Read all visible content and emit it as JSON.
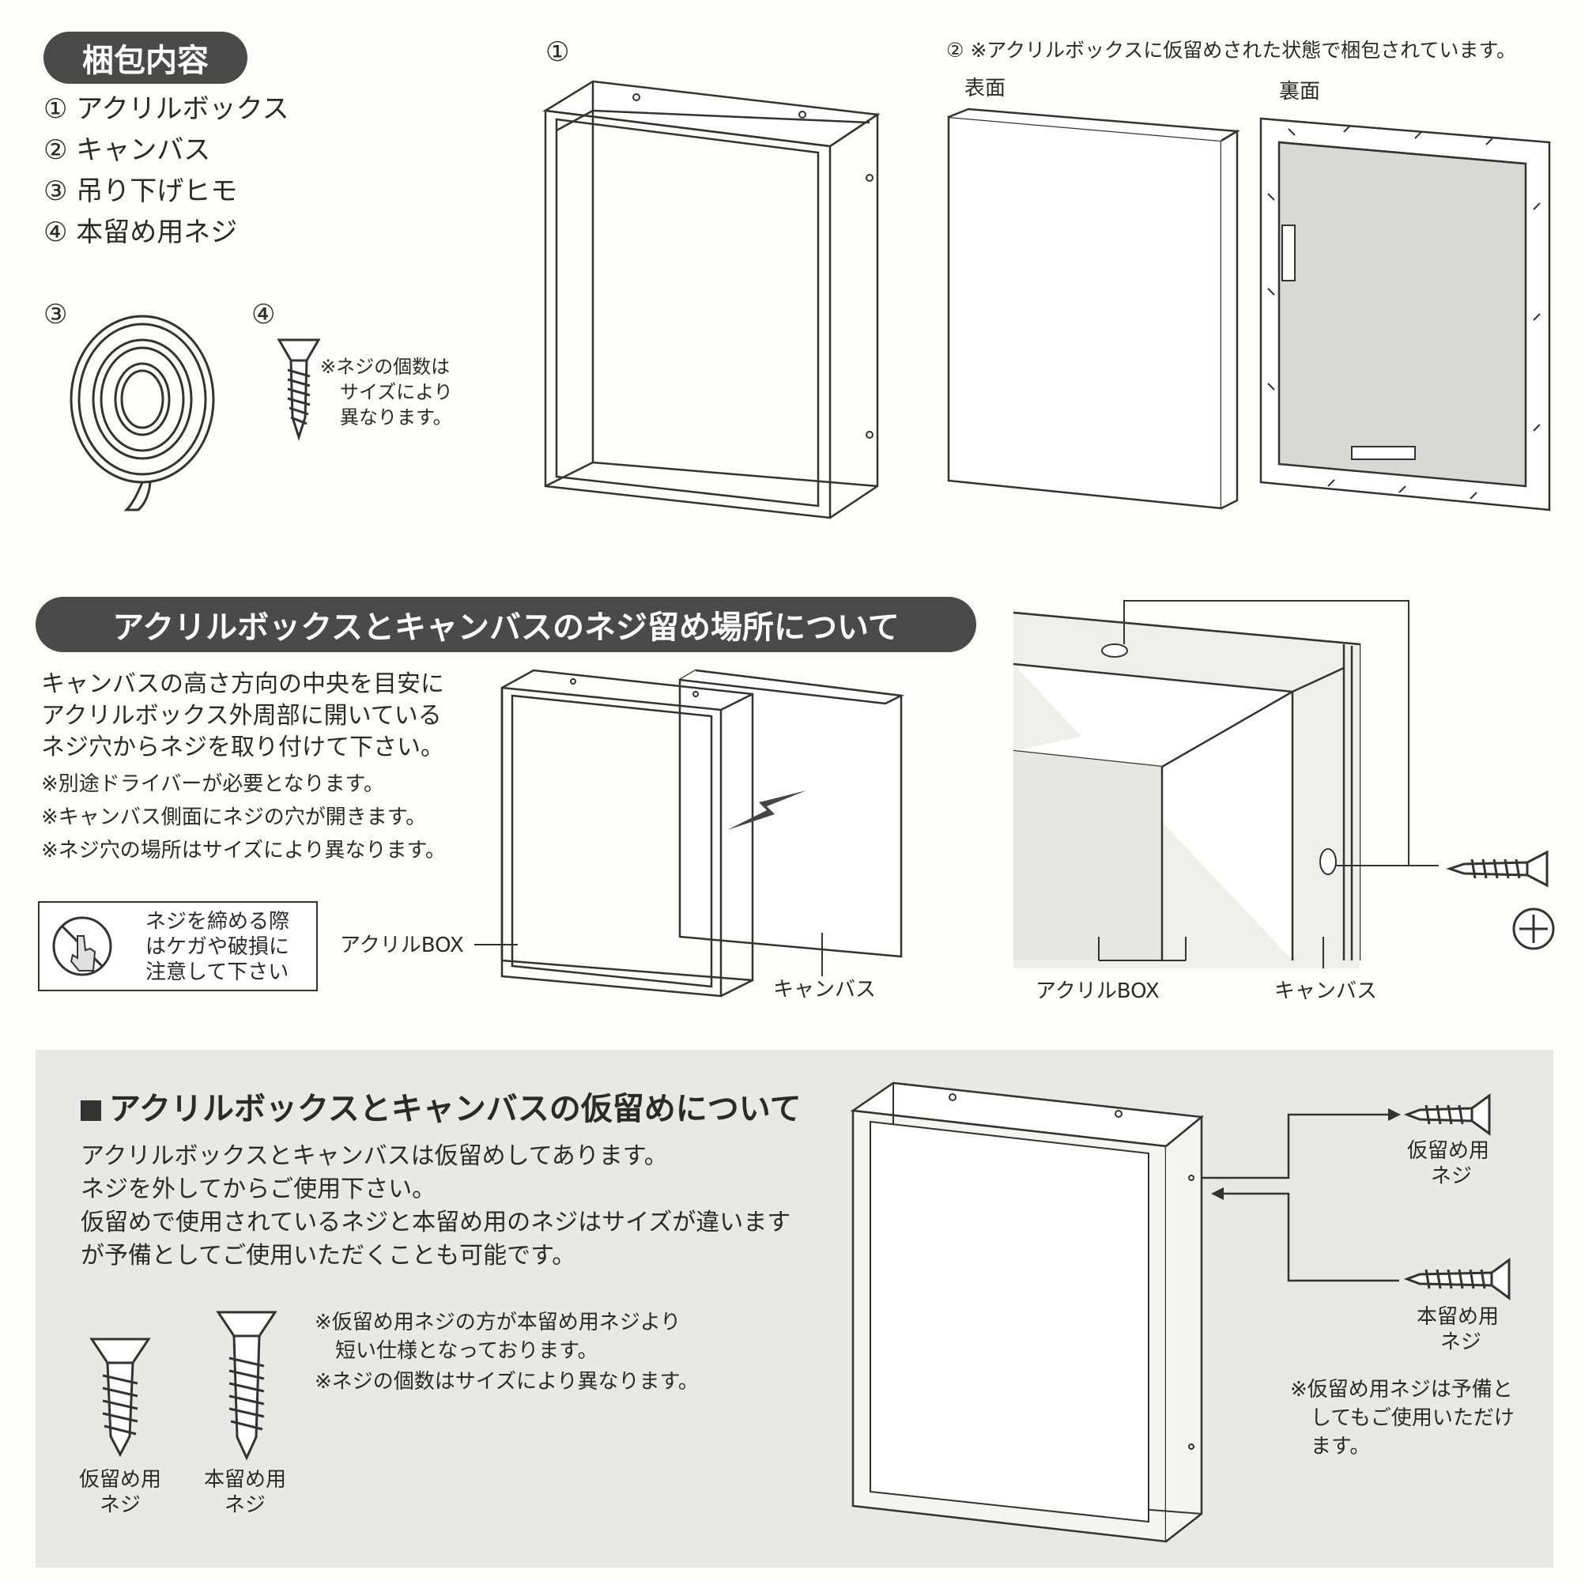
{
  "contents": {
    "title": "梱包内容",
    "items": [
      "① アクリルボックス",
      "② キャンバス",
      "③ 吊り下げヒモ",
      "④ 本留め用ネジ"
    ],
    "string_marker": "③",
    "screw_marker": "④",
    "screw_note": [
      "※ネジの個数は",
      "サイズにより",
      "異なります。"
    ]
  },
  "figure1": {
    "marker": "①"
  },
  "figure2": {
    "marker_note": "② ※アクリルボックスに仮留めされた状態で梱包されています。",
    "front_label": "表面",
    "back_label": "裏面"
  },
  "screw_location": {
    "title": "アクリルボックスとキャンバスのネジ留め場所について",
    "lines": [
      "キャンバスの高さ方向の中央を目安に",
      "アクリルボックス外周部に開いている",
      "ネジ穴からネジを取り付けて下さい。"
    ],
    "notes": [
      "※別途ドライバーが必要となります。",
      "※キャンバス側面にネジの穴が開きます。",
      "※ネジ穴の場所はサイズにより異なります。"
    ],
    "caution": [
      "ネジを締める際",
      "はケガや破損に",
      "注意して下さい"
    ],
    "acrylic_label": "アクリルBOX",
    "canvas_label": "キャンバス",
    "detail_acrylic_label": "アクリルBOX",
    "detail_canvas_label": "キャンバス"
  },
  "temporary": {
    "title": "アクリルボックスとキャンバスの仮留めについて",
    "lines": [
      "アクリルボックスとキャンバスは仮留めしてあります。",
      "ネジを外してからご使用下さい。",
      "仮留めで使用されているネジと本留め用のネジはサイズが違います",
      "が予備としてご使用いただくことも可能です。"
    ],
    "notes": [
      "※仮留め用ネジの方が本留め用ネジより",
      "　短い仕様となっております。",
      "※ネジの個数はサイズにより異なります。"
    ],
    "temp_screw_label": [
      "仮留め用",
      "ネジ"
    ],
    "main_screw_label": [
      "本留め用",
      "ネジ"
    ],
    "right_temp_label": [
      "仮留め用",
      "ネジ"
    ],
    "right_main_label": [
      "本留め用",
      "ネジ"
    ],
    "right_note": [
      "※仮留め用ネジは予備と",
      "してもご使用いただけ",
      "ます。"
    ]
  }
}
